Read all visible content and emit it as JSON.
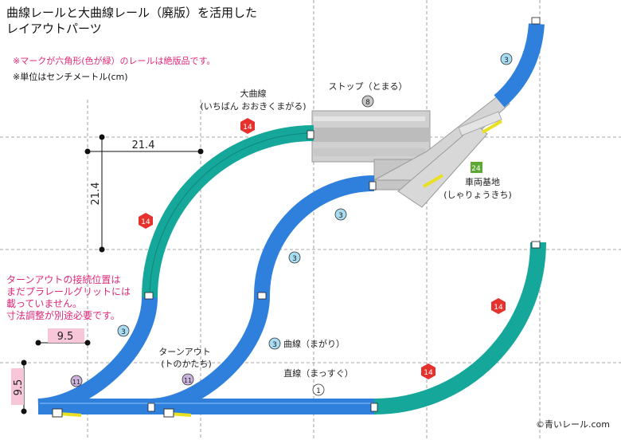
{
  "header": {
    "title_line1": "曲線レールと大曲線レール（廃版）を活用した",
    "title_line2": "レイアウトパーツ",
    "note_discontinued": "※マークが六角形(色が緑）のレールは絶版品です。",
    "note_units": "※単位はセンチメートル(cm)"
  },
  "labels": {
    "large_curve_name": "大曲線",
    "large_curve_reading": "(いちばん おおきくまがる)",
    "stop_name": "ストップ（とまる）",
    "depot_name": "車両基地",
    "depot_reading": "(しゃりょうきち)",
    "turnout_name": "ターンアウト",
    "turnout_reading": "(トのかたち)",
    "curve_name": "曲線（まがり）",
    "straight_name": "直線（まっすぐ）"
  },
  "badges": {
    "curve": "3",
    "large_curve": "14",
    "stop": "8",
    "depot": "24",
    "turnout": "11",
    "straight": "1"
  },
  "dimensions": {
    "horizontal": "21.4",
    "vertical": "21.4",
    "small_h": "9.5",
    "small_v": "9.5"
  },
  "note_turnout": [
    "ターンアウトの接続位置は",
    "まだプラレールグリットには",
    "載っていません。",
    "寸法調整が別途必要です。"
  ],
  "copyright": "©青いレール.com",
  "colors": {
    "blue_rail": "#2f80dc",
    "green_rail": "#15a89a",
    "hex_badge": "#e5322d",
    "depot_badge": "#5da832",
    "pink_text": "#e0287a"
  }
}
